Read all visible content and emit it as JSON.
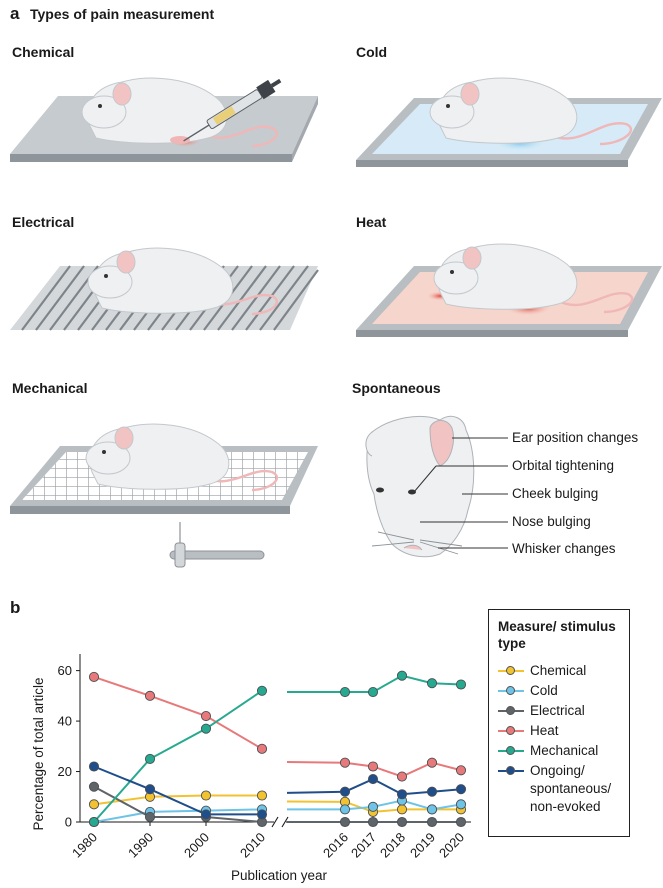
{
  "panel_a": {
    "letter": "a",
    "title": "Types of pain measurement",
    "categories": [
      "Chemical",
      "Cold",
      "Electrical",
      "Heat",
      "Mechanical",
      "Spontaneous"
    ],
    "spontaneous_labels": [
      "Ear position changes",
      "Orbital tightening",
      "Cheek bulging",
      "Nose bulging",
      "Whisker changes"
    ]
  },
  "panel_b": {
    "letter": "b"
  },
  "colors": {
    "chemical": "#f2c230",
    "cold": "#6ec3e6",
    "electrical": "#5f6468",
    "heat": "#e8797a",
    "mechanical": "#27a98f",
    "ongoing": "#1f4e8a",
    "plate": "#b8bdc2",
    "plate_edge": "#8c9297",
    "mouse": "#eef0f2",
    "ear": "#f2c3c3"
  },
  "chart_data": {
    "type": "line",
    "xlabel": "Publication year",
    "ylabel": "Percentage of total article",
    "x": [
      "1980",
      "1990",
      "2000",
      "2010",
      "2016",
      "2017",
      "2018",
      "2019",
      "2020"
    ],
    "yticks": [
      0,
      20,
      40,
      60
    ],
    "ylim": [
      0,
      65
    ],
    "axis_break_after": "2010",
    "legend": {
      "title": "Measure/ stimulus type",
      "placement": "right"
    },
    "series": [
      {
        "name": "Chemical",
        "color": "#f2c230",
        "values": [
          7,
          10,
          10.5,
          10.5,
          8,
          4,
          5,
          5,
          5
        ]
      },
      {
        "name": "Cold",
        "color": "#6ec3e6",
        "values": [
          0,
          4,
          4.5,
          5,
          5,
          6,
          8.5,
          5,
          7
        ]
      },
      {
        "name": "Electrical",
        "color": "#5f6468",
        "values": [
          14,
          2,
          2,
          0,
          0,
          0,
          0,
          0,
          0
        ]
      },
      {
        "name": "Heat",
        "color": "#e8797a",
        "values": [
          57.5,
          50,
          42,
          29,
          23.5,
          22,
          18,
          23.5,
          20.5
        ]
      },
      {
        "name": "Mechanical",
        "color": "#27a98f",
        "values": [
          0,
          25,
          37,
          52,
          51.5,
          51.5,
          58,
          55,
          54.5
        ]
      },
      {
        "name": "Ongoing/\nspontaneous/\nnon-evoked",
        "color": "#1f4e8a",
        "values": [
          22,
          13,
          3,
          3,
          12,
          17,
          11,
          12,
          13
        ]
      }
    ]
  }
}
